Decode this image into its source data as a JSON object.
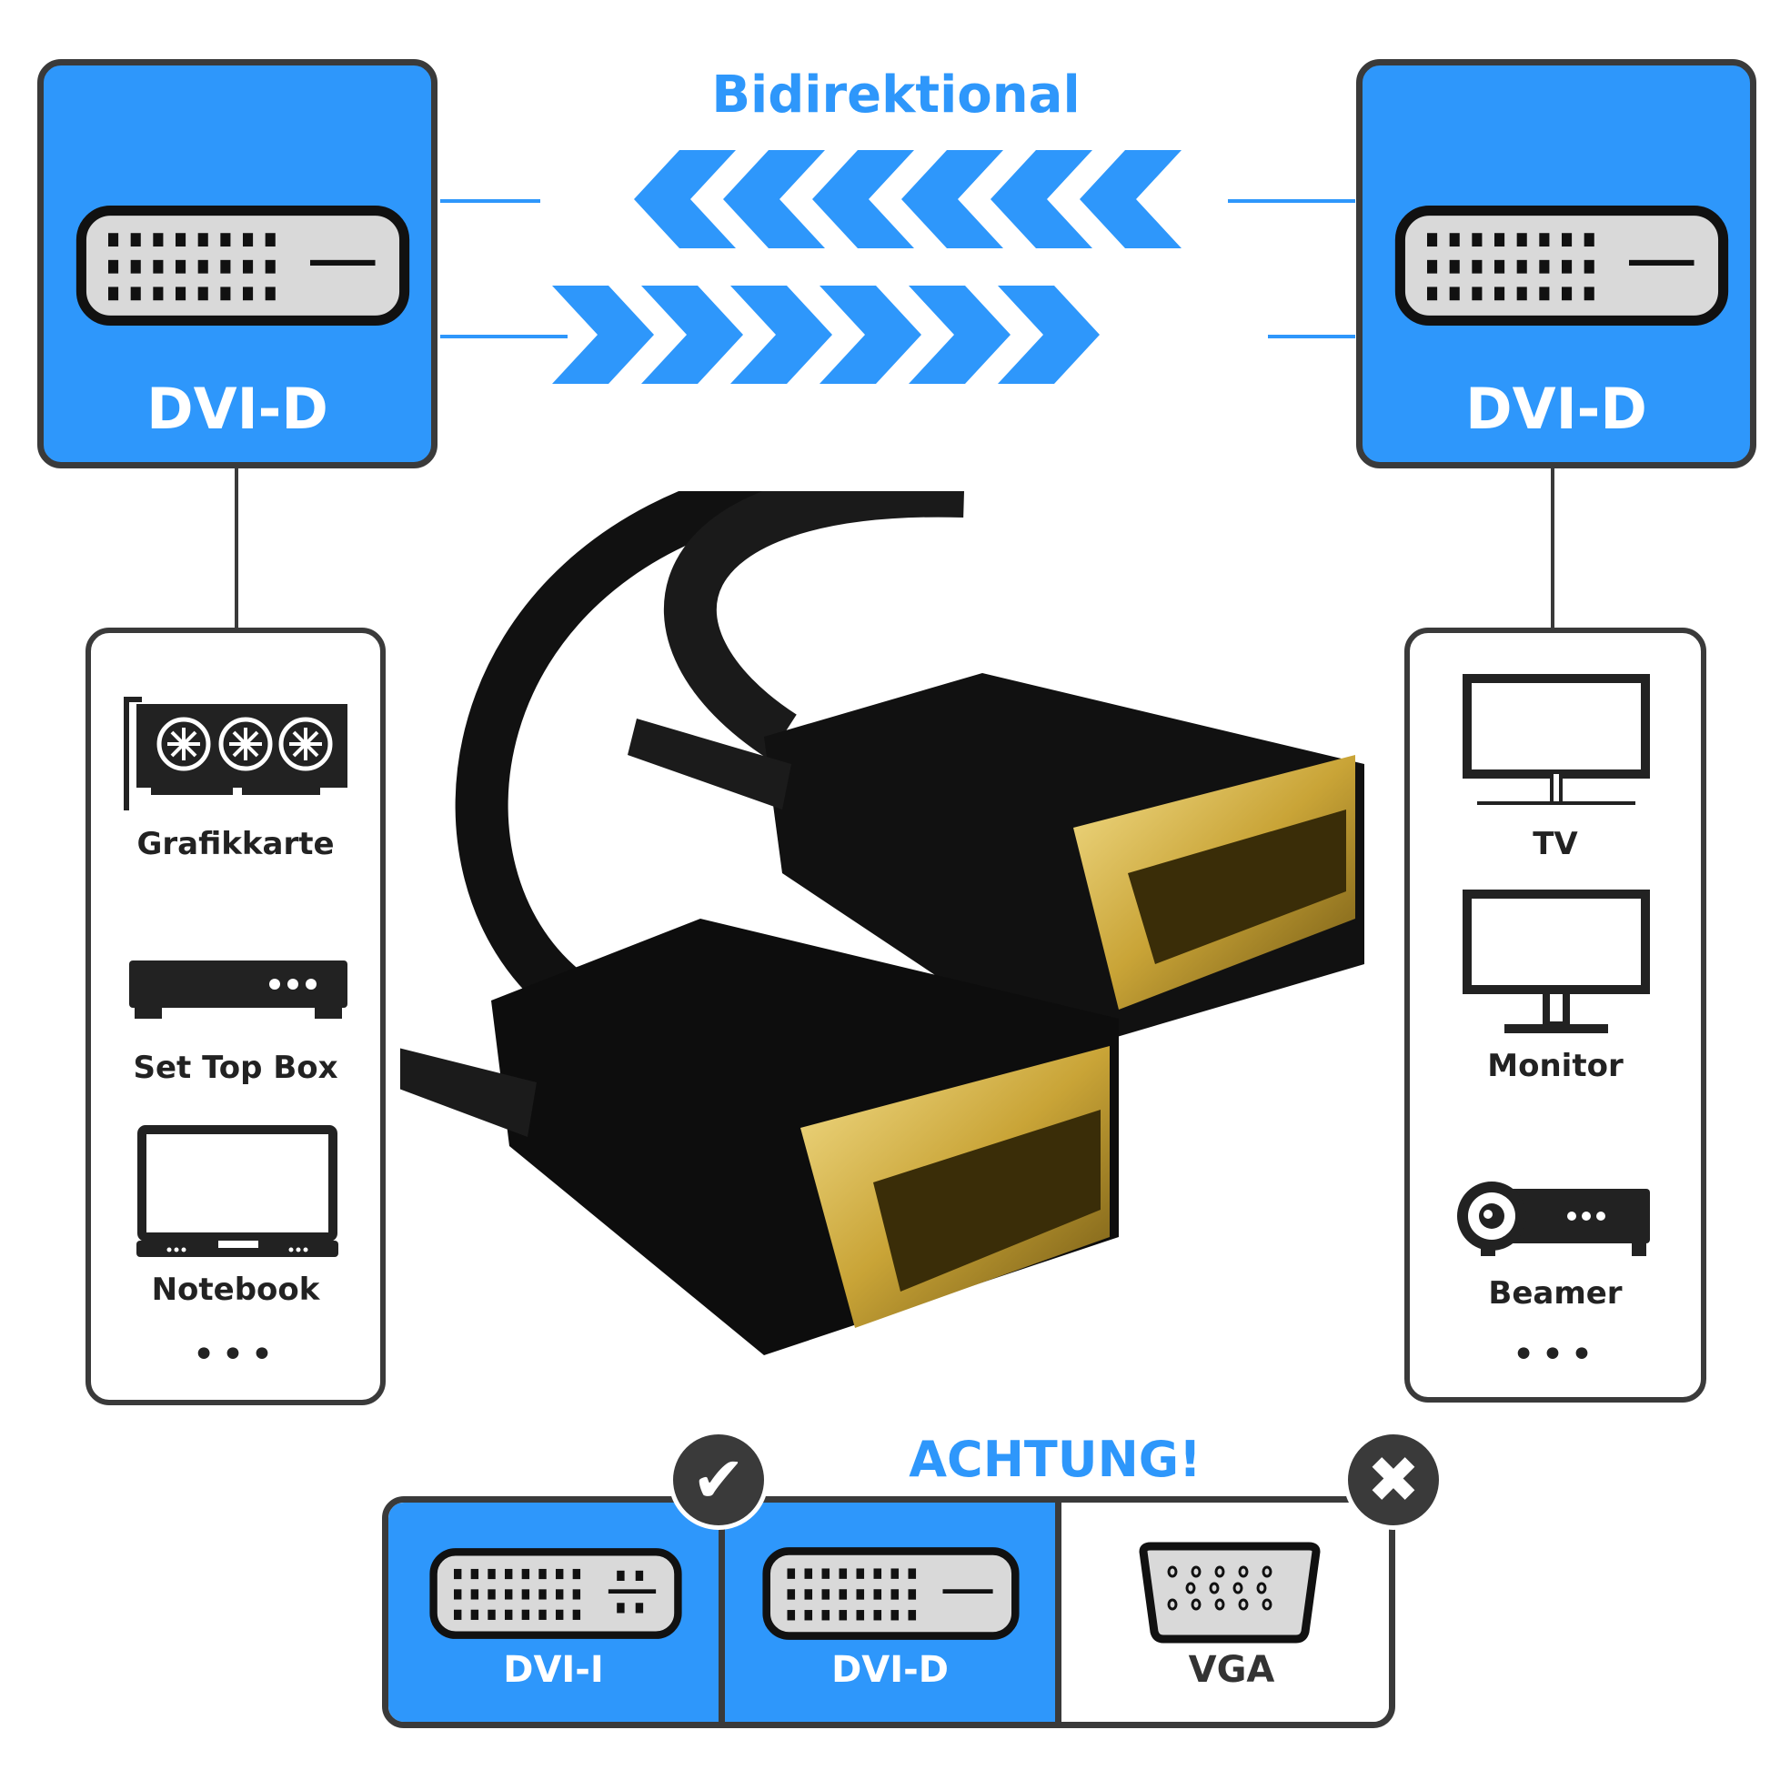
{
  "header": {
    "title": "Bidirektional"
  },
  "left_port": {
    "label": "DVI-D",
    "icon": "dvi-d-connector-icon"
  },
  "right_port": {
    "label": "DVI-D",
    "icon": "dvi-d-connector-icon"
  },
  "left_devices": {
    "items": [
      {
        "label": "Grafikkarte",
        "icon": "graphics-card-icon"
      },
      {
        "label": "Set Top Box",
        "icon": "set-top-box-icon"
      },
      {
        "label": "Notebook",
        "icon": "notebook-icon"
      }
    ],
    "more": "•••"
  },
  "right_devices": {
    "items": [
      {
        "label": "TV",
        "icon": "tv-icon"
      },
      {
        "label": "Monitor",
        "icon": "monitor-icon"
      },
      {
        "label": "Beamer",
        "icon": "projector-icon"
      }
    ],
    "more": "•••"
  },
  "compatibility": {
    "title": "ACHTUNG!",
    "compatible_mark": "✔",
    "incompatible_mark": "✖",
    "items": [
      {
        "label": "DVI-I",
        "compatible": true
      },
      {
        "label": "DVI-D",
        "compatible": true
      },
      {
        "label": "VGA",
        "compatible": false
      }
    ]
  },
  "colors": {
    "accent": "#2e97fb",
    "outline": "#3a3a3a",
    "gold": "#c9a437"
  }
}
